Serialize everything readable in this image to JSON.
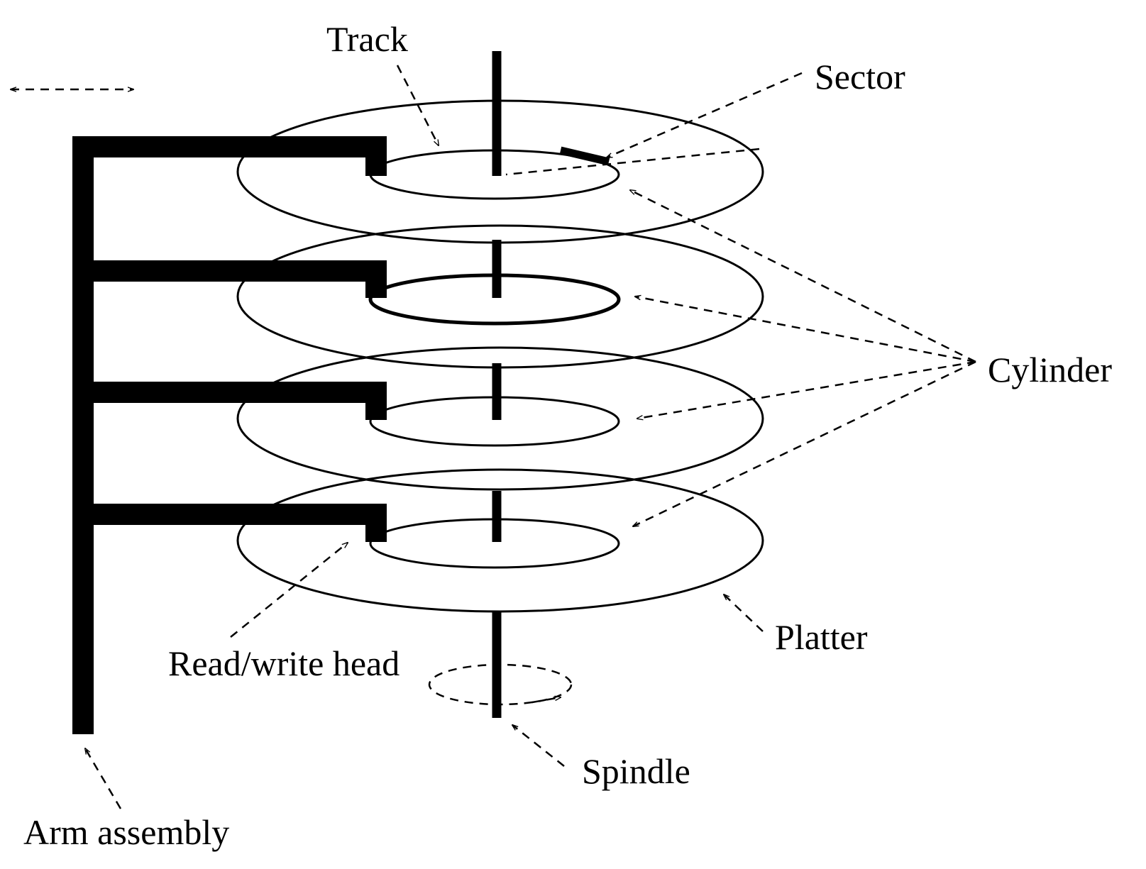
{
  "labels": {
    "track": "Track",
    "sector": "Sector",
    "cylinder": "Cylinder",
    "platter": "Platter",
    "read_write_head": "Read/write head",
    "spindle": "Spindle",
    "arm_assembly": "Arm assembly"
  },
  "platter_count": 4,
  "arm_count": 4
}
